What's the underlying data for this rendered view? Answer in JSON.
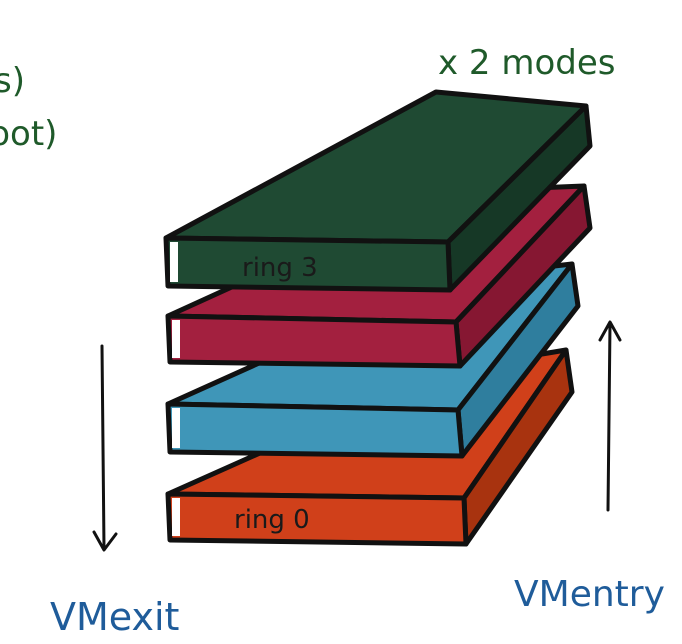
{
  "annotations": {
    "top_left_line1": "s)",
    "top_left_line2": "root)",
    "modes": "x 2 modes"
  },
  "rings": {
    "top_label": "ring 3",
    "bottom_label": "ring 0"
  },
  "arrows": {
    "exit_label": "VMexit",
    "entry_label": "VMentry"
  },
  "colors": {
    "ring3": "#1f4a33",
    "ring2": "#a3203f",
    "ring1": "#3f96b8",
    "ring0": "#d0401a",
    "outline": "#111111",
    "green_text": "#1f5a2a",
    "blue_text": "#1f5c9a"
  }
}
